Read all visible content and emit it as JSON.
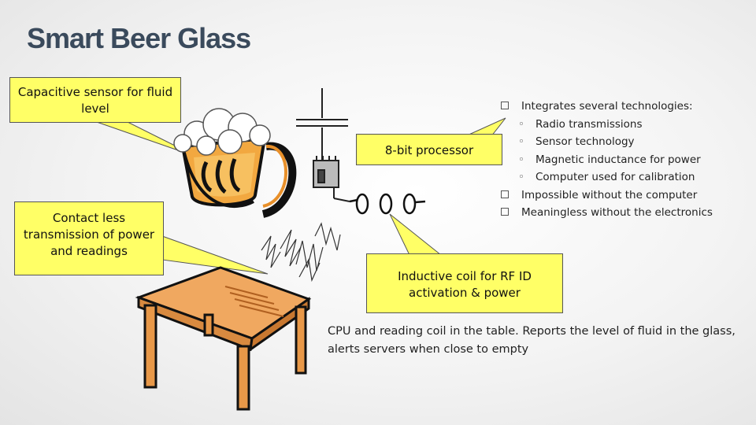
{
  "slide": {
    "title": "Smart Beer Glass",
    "callouts": {
      "fluid_sensor": "Capacitive sensor for fluid level",
      "processor": "8-bit processor",
      "contactless": "Contact less transmission of power and readings",
      "coil": "Inductive coil for RF ID activation & power"
    },
    "bullets": {
      "b1": "Integrates several technologies:",
      "sub1": "Radio transmissions",
      "sub2": "Sensor technology",
      "sub3": "Magnetic inductance for power",
      "sub4": "Computer used for calibration",
      "b2": "Impossible without the computer",
      "b3": "Meaningless without the electronics"
    },
    "sub_marker": "◦",
    "description": "CPU and reading coil in the table. Reports the level of fluid in the glass, alerts servers when close to empty",
    "colors": {
      "callout": "#ffff66",
      "title": "#3a4a5c",
      "beer": "#f0a030",
      "table": "#f0a860"
    },
    "icons": [
      "beer-glass-icon",
      "table-icon",
      "processor-chip-icon",
      "inductive-coil-icon",
      "wave-icon"
    ]
  }
}
